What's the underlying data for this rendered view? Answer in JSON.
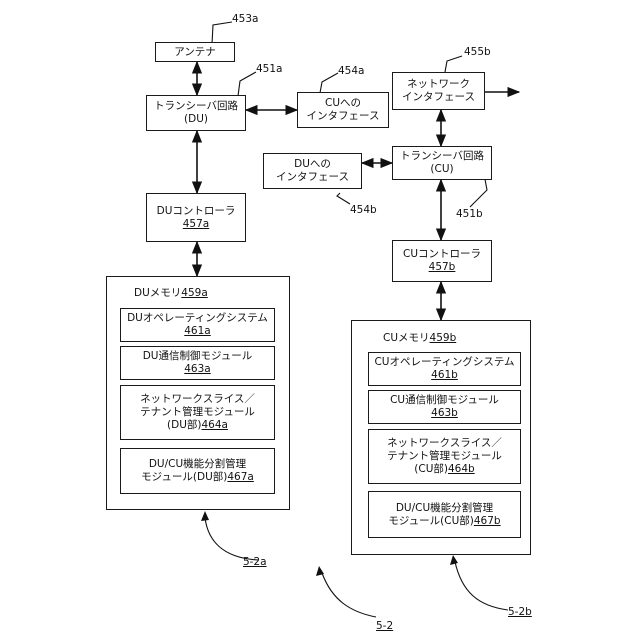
{
  "references": {
    "r453a": "453a",
    "r451a": "451a",
    "r454a": "454a",
    "r455b": "455b",
    "r454b": "454b",
    "r451b": "451b",
    "r5_2a": "5-2a",
    "r5_2": "5-2",
    "r5_2b": "5-2b"
  },
  "du_side": {
    "antenna": "アンテナ",
    "transceiver": {
      "line1": "トランシーバ回路",
      "line2": "(DU)"
    },
    "controller": {
      "line1": "DUコントローラ",
      "ref": "457a"
    },
    "memory": {
      "title": "DUメモリ",
      "ref": "459a",
      "modules": [
        {
          "line1": "DUオペレーティングシステム",
          "ref": "461a"
        },
        {
          "line1": "DU通信制御モジュール",
          "ref": "463a"
        },
        {
          "line1": "ネットワークスライス／",
          "line2": "テナント管理モジュール",
          "line3": "(DU部)",
          "ref": "464a"
        },
        {
          "line1": "DU/CU機能分割管理",
          "line2": "モジュール(DU部)",
          "ref": "467a"
        }
      ]
    }
  },
  "interfaces": {
    "to_cu": {
      "line1": "CUへの",
      "line2": "インタフェース"
    },
    "to_du": {
      "line1": "DUへの",
      "line2": "インタフェース"
    }
  },
  "cu_side": {
    "network_interface": {
      "line1": "ネットワーク",
      "line2": "インタフェース"
    },
    "transceiver": {
      "line1": "トランシーバ回路",
      "line2": "(CU)"
    },
    "controller": {
      "line1": "CUコントローラ",
      "ref": "457b"
    },
    "memory": {
      "title": "CUメモリ",
      "ref": "459b",
      "modules": [
        {
          "line1": "CUオペレーティングシステム",
          "ref": "461b"
        },
        {
          "line1": "CU通信制御モジュール",
          "ref": "463b"
        },
        {
          "line1": "ネットワークスライス／",
          "line2": "テナント管理モジュール",
          "line3": "(CU部)",
          "ref": "464b"
        },
        {
          "line1": "DU/CU機能分割管理",
          "line2": "モジュール(CU部)",
          "ref": "467b"
        }
      ]
    }
  }
}
